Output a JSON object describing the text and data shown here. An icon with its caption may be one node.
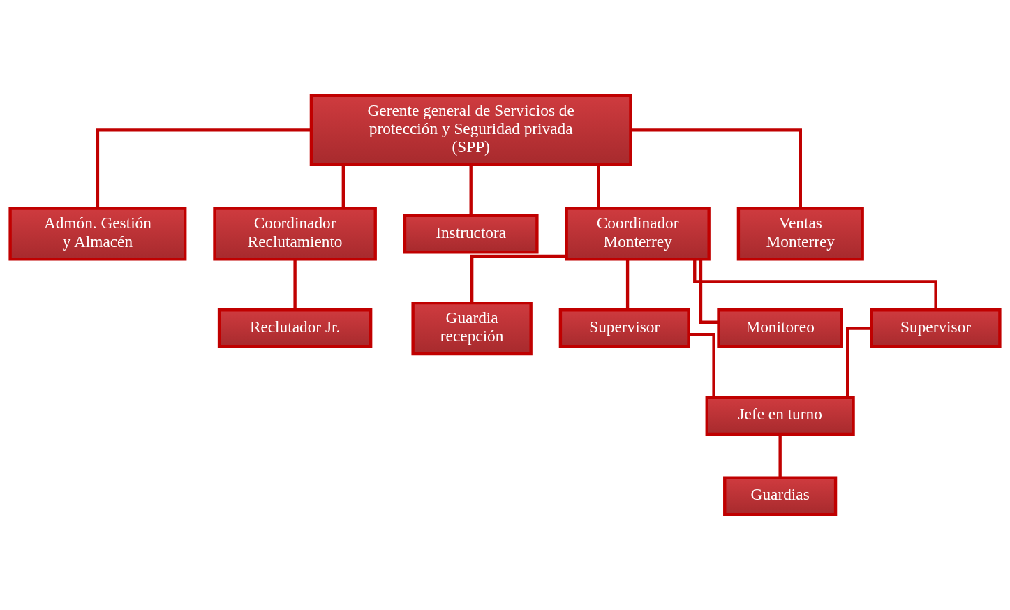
{
  "diagram": {
    "nodes": [
      {
        "text": [
          "Gerente general de Servicios de protección y Seguridad privada (SPP)"
        ]
      },
      {
        "text": [
          "Admón. Gestión y Almacén"
        ]
      },
      {
        "text": [
          "Coordinador Reclutamiento"
        ]
      },
      {
        "text": [
          "Instructora"
        ]
      },
      {
        "text": [
          "Coordinador Monterrey"
        ]
      },
      {
        "text": [
          "Ventas Monterrey"
        ]
      },
      {
        "text": [
          "Reclutador Jr."
        ]
      },
      {
        "text": [
          "Guardia recepción"
        ]
      },
      {
        "text": [
          "Supervisor"
        ]
      },
      {
        "text": [
          "Monitoreo"
        ]
      },
      {
        "text": [
          "Supervisor"
        ]
      },
      {
        "text": [
          "Jefe en turno"
        ]
      },
      {
        "text": [
          "Guardias"
        ]
      }
    ],
    "edges": [
      {
        "from": 0,
        "to": 1,
        "arrow": "none"
      },
      {
        "from": 0,
        "to": 2,
        "arrow": "none"
      },
      {
        "from": 0,
        "to": 3,
        "arrow": "none"
      },
      {
        "from": 0,
        "to": 4,
        "arrow": "none"
      },
      {
        "from": 0,
        "to": 5,
        "arrow": "none"
      },
      {
        "from": 2,
        "to": 6,
        "arrow": "none"
      },
      {
        "from": 4,
        "to": 7,
        "arrow": "none"
      },
      {
        "from": 4,
        "to": 8,
        "arrow": "none"
      },
      {
        "from": 4,
        "to": 9,
        "arrow": "none"
      },
      {
        "from": 4,
        "to": 10,
        "arrow": "none"
      },
      {
        "from": 8,
        "to": 11,
        "arrow": "none"
      },
      {
        "from": 10,
        "to": 11,
        "arrow": "none"
      },
      {
        "from": 11,
        "to": 12,
        "arrow": "none"
      }
    ]
  }
}
